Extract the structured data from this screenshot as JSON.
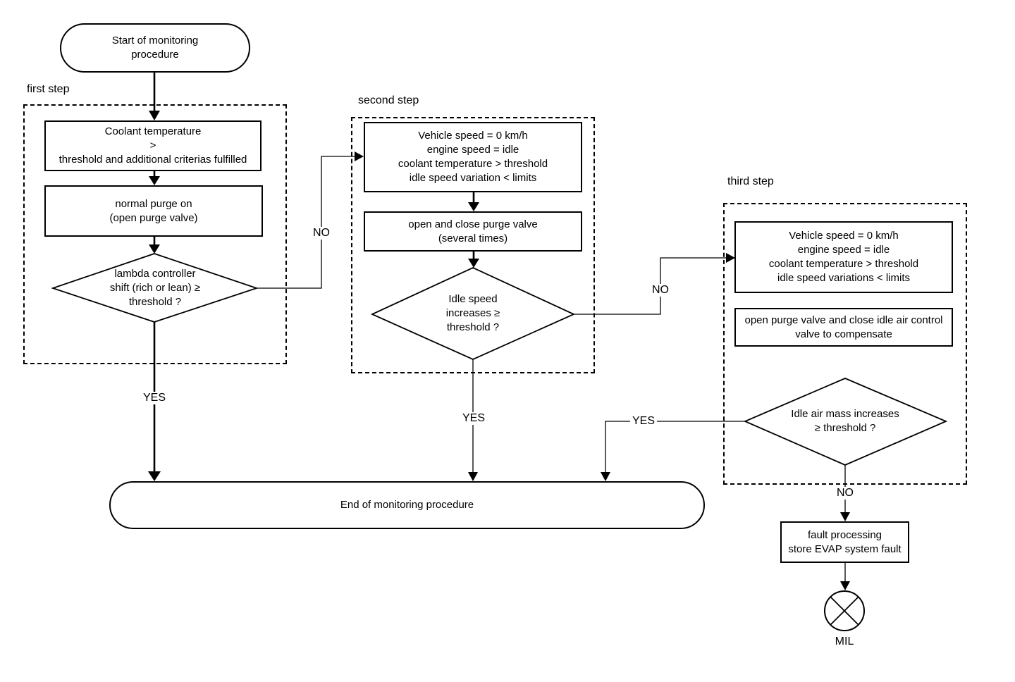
{
  "colors": {
    "line": "#000000",
    "background": "#ffffff",
    "text": "#000000"
  },
  "groups": {
    "first": {
      "label": "first step"
    },
    "second": {
      "label": "second step"
    },
    "third": {
      "label": "third step"
    }
  },
  "nodes": {
    "start": {
      "text": "Start of monitoring procedure"
    },
    "coolant_check": {
      "lines": [
        "Coolant temperature",
        ">",
        "threshold and additional criterias fulfilled"
      ]
    },
    "normal_purge": {
      "lines": [
        "normal purge on",
        "(open purge valve)"
      ]
    },
    "lambda_decision": {
      "lines": [
        "lambda controller",
        "shift (rich or lean) ≥",
        "threshold ?"
      ]
    },
    "idle_conditions_2": {
      "lines": [
        "Vehicle speed = 0 km/h",
        "engine speed = idle",
        "coolant temperature > threshold",
        "idle speed variation < limits"
      ]
    },
    "purge_cycle": {
      "lines": [
        "open and close purge valve",
        "(several times)"
      ]
    },
    "idle_speed_decision": {
      "lines": [
        "Idle speed",
        "increases ≥",
        "threshold ?"
      ]
    },
    "idle_conditions_3": {
      "lines": [
        "Vehicle speed = 0 km/h",
        "engine speed = idle",
        "coolant temperature > threshold",
        "idle speed variations < limits"
      ]
    },
    "purge_compensate": {
      "lines": [
        "open purge valve and close idle air control",
        "valve to compensate"
      ]
    },
    "idle_air_decision": {
      "lines": [
        "Idle air mass increases",
        "≥ threshold ?"
      ]
    },
    "fault_processing": {
      "lines": [
        "fault processing",
        "store EVAP system fault"
      ]
    },
    "end": {
      "text": "End of monitoring procedure"
    },
    "mil": {
      "label": "MIL"
    }
  },
  "edge_labels": {
    "yes1": "YES",
    "yes2": "YES",
    "yes3": "YES",
    "no1": "NO",
    "no2": "NO",
    "no3": "NO"
  }
}
